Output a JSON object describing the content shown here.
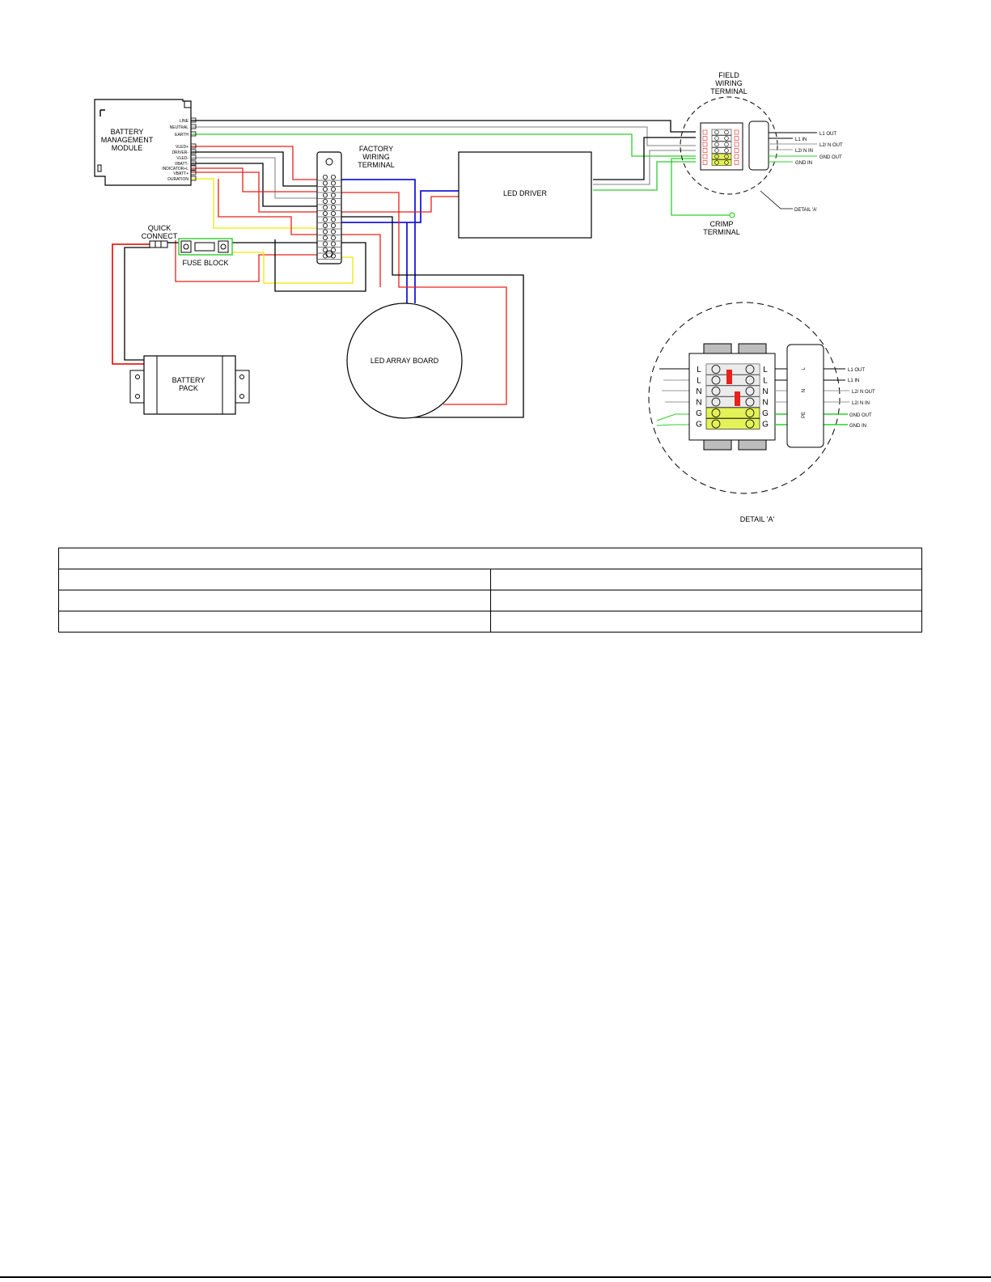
{
  "diagram": {
    "battery_module": {
      "title_lines": [
        "BATTERY",
        "MANAGEMENT",
        "MODULE"
      ],
      "pins": [
        "LINE",
        "NEUTRAL",
        "EARTH",
        "VLED+",
        "DRIVER-",
        "VLED-",
        "VBATT-",
        "INDICATOR+L",
        "VBATT+",
        "DURATION"
      ]
    },
    "factory_terminal": {
      "lines": [
        "FACTORY",
        "WIRING",
        "TERMINAL"
      ]
    },
    "led_driver": {
      "label": "LED DRIVER"
    },
    "quick_connect": {
      "lines": [
        "QUICK",
        "CONNECT"
      ]
    },
    "fuse_block": {
      "label": "FUSE BLOCK"
    },
    "battery_pack": {
      "lines": [
        "BATTERY",
        "PACK"
      ]
    },
    "led_array": {
      "label": "LED ARRAY BOARD"
    },
    "field_terminal": {
      "lines": [
        "FIELD",
        "WIRING",
        "TERMINAL"
      ],
      "outputs": [
        "L1 OUT",
        "L1 IN",
        "L2/ N OUT",
        "L2/ N IN",
        "GND OUT",
        "GND IN"
      ]
    },
    "crimp_terminal": {
      "lines": [
        "CRIMP",
        "TERMINAL"
      ]
    },
    "detail_callout": "DETAIL 'A'",
    "detail": {
      "caption": "DETAIL 'A'",
      "outputs": [
        "L1 OUT",
        "L1 IN",
        "L2/ N OUT",
        "L2/ N IN",
        "GND OUT",
        "GND IN"
      ],
      "left_letters": [
        "L",
        "L",
        "N",
        "N",
        "G",
        "G"
      ],
      "right_letters": [
        "L",
        "L",
        "N",
        "N",
        "G",
        "G"
      ],
      "plug_letters": [
        "L",
        "N",
        "PE"
      ]
    }
  },
  "colors": {
    "red": "#e8211a",
    "blue": "#1a1adb",
    "green": "#2bd02b",
    "yellow": "#f2e600",
    "gray": "#9a9a9a",
    "lime": "#e4f25a"
  },
  "table": {
    "header": "",
    "rows": [
      [
        "",
        ""
      ],
      [
        "",
        ""
      ],
      [
        "",
        ""
      ]
    ]
  }
}
